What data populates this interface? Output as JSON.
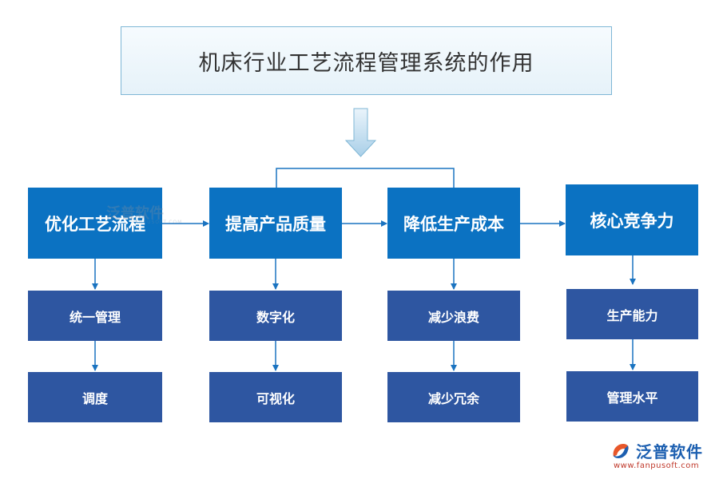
{
  "title": "机床行业工艺流程管理系统的作用",
  "top_boxes": [
    {
      "label": "优化工艺流程"
    },
    {
      "label": "提高产品质量"
    },
    {
      "label": "降低生产成本"
    },
    {
      "label": "核心竞争力"
    }
  ],
  "columns": [
    {
      "items": [
        "统一管理",
        "调度"
      ]
    },
    {
      "items": [
        "数字化",
        "可视化"
      ]
    },
    {
      "items": [
        "减少浪费",
        "减少冗余"
      ]
    },
    {
      "items": [
        "生产能力",
        "管理水平"
      ]
    }
  ],
  "watermark": {
    "text": "泛普软件",
    "sub": "FANPUSOFT.COM"
  },
  "logo": {
    "name": "泛普软件",
    "url": "www.fanpusoft.com"
  },
  "colors": {
    "top_box": "#0b72c2",
    "sub_box": "#2e56a1",
    "connector": "#1a73c0",
    "title_border": "#7fb7d6"
  }
}
